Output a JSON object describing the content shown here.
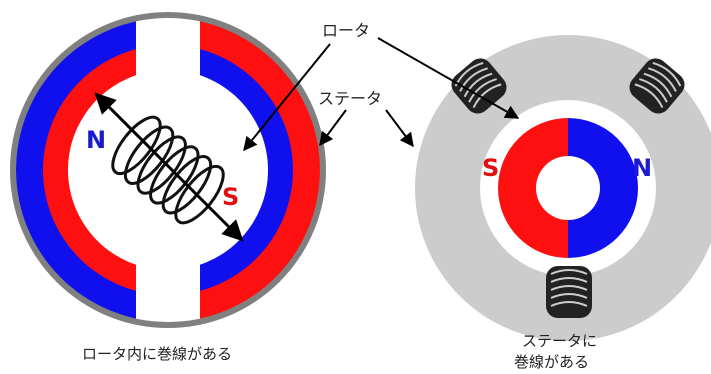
{
  "labels": {
    "rotor": "ロータ",
    "stator": "ステータ",
    "left_caption": "ロータ内に巻線がある",
    "right_caption_line1": "ステータに",
    "right_caption_line2": "巻線がある"
  },
  "left_motor": {
    "pole_n": "N",
    "pole_s": "S"
  },
  "right_motor": {
    "pole_s": "S",
    "pole_n": "N"
  },
  "colors": {
    "magnet_red": "#ff1010",
    "magnet_blue": "#1010ee",
    "stator_gray": "#cccccc",
    "rim_gray": "#808080",
    "coil_black": "#111111",
    "pole_n_color": "#1a1ad0",
    "pole_s_color": "#e01010"
  }
}
